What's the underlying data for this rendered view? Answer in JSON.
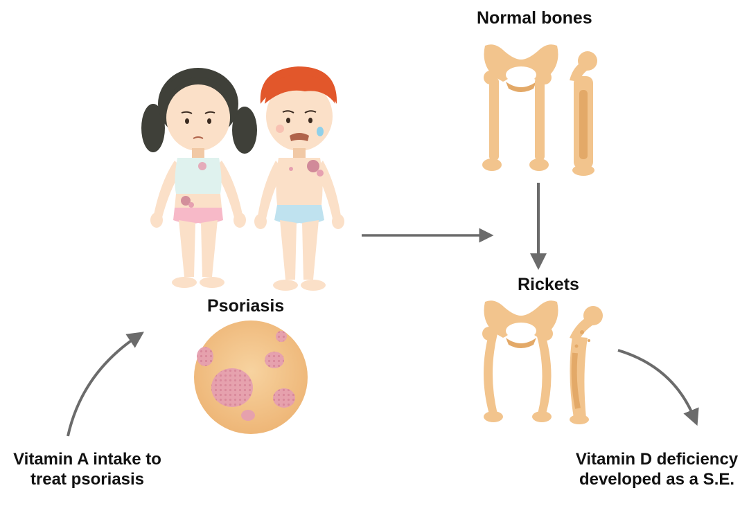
{
  "labels": {
    "normal_bones": "Normal bones",
    "rickets": "Rickets",
    "psoriasis": "Psoriasis",
    "vitamin_a_line1": "Vitamin A intake to",
    "vitamin_a_line2": "treat psoriasis",
    "vitamin_d_line1": "Vitamin D deficiency",
    "vitamin_d_line2": "developed as a S.E."
  },
  "colors": {
    "bone": "#f2c48d",
    "bone_shadow": "#e3a968",
    "skin": "#fbe0c8",
    "skin_shadow": "#f1c9a6",
    "lesion": "#e6a0b0",
    "lesion_dark": "#c97a90",
    "arrow": "#6b6b6b",
    "girl_hair": "#3f4039",
    "boy_hair": "#e2572b",
    "girl_top": "#dff2ee",
    "girl_shorts": "#f7b9c8",
    "boy_shorts": "#bfe2ef",
    "plaque_bg": "#f3c58b"
  },
  "icons": [
    "children-with-psoriasis-illustration",
    "psoriasis-skin-closeup",
    "normal-pelvis-legs-bone",
    "normal-femur-bone",
    "rickets-pelvis-bowed-legs-bone",
    "rickets-femur-bone",
    "arrow-children-to-rickets",
    "arrow-normal-to-rickets",
    "arrow-vitamin-a-to-psoriasis",
    "arrow-rickets-to-vitamin-d"
  ]
}
